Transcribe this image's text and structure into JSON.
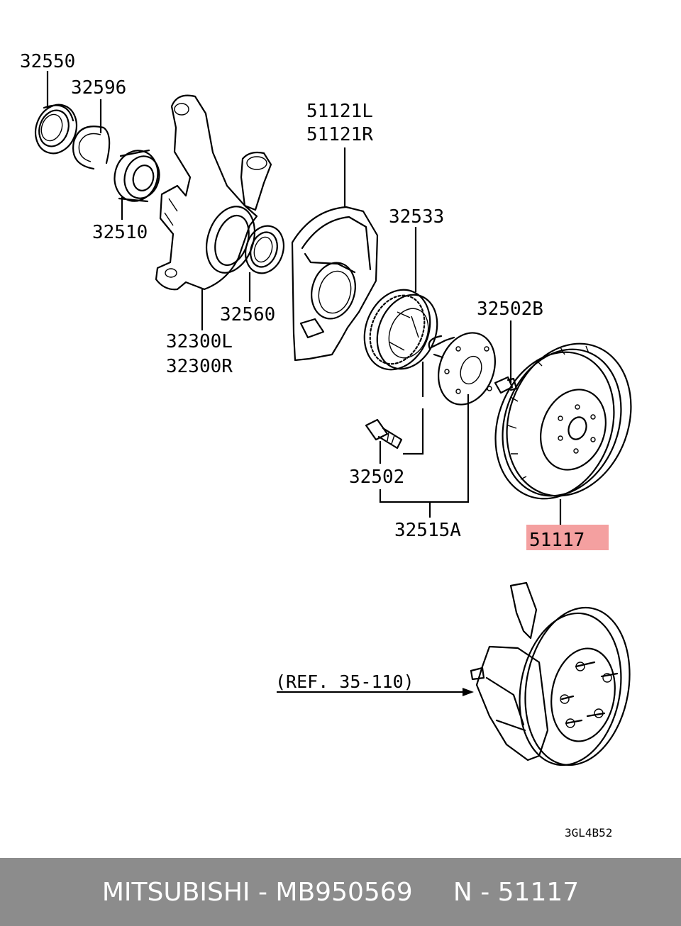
{
  "labels": {
    "p32550": "32550",
    "p32596": "32596",
    "p32510": "32510",
    "p51121L": "51121L",
    "p51121R": "51121R",
    "p32533": "32533",
    "p32560": "32560",
    "p32300L": "32300L",
    "p32300R": "32300R",
    "p32502B": "32502B",
    "p32502": "32502",
    "p32515A": "32515A",
    "p51117": "51117"
  },
  "highlight_color": "#f4a0a0",
  "reference": "(REF. 35-110)",
  "diagram_code": "3GL4B52",
  "footer": {
    "text": "MITSUBISHI - MB950569     N - 51117",
    "background": "#8c8c8c"
  }
}
